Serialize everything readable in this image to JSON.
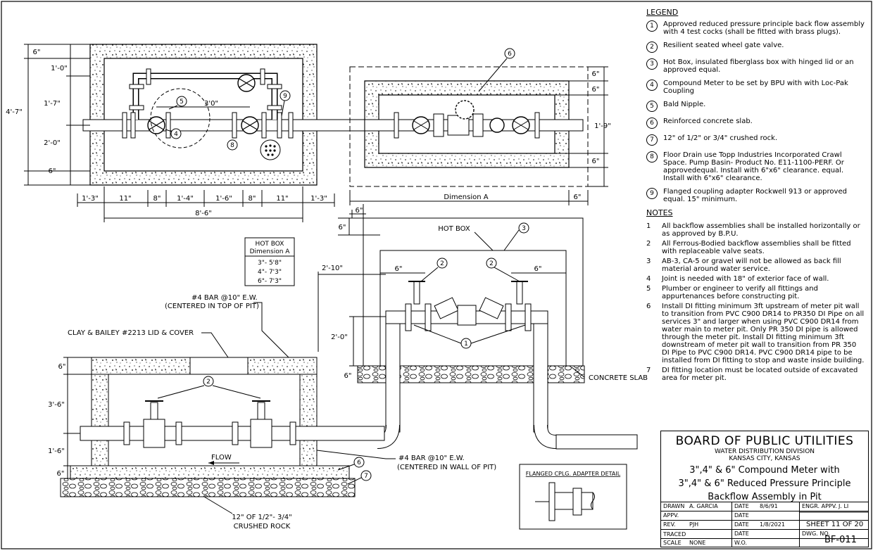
{
  "legend": {
    "title": "LEGEND",
    "items": [
      {
        "n": "1",
        "text": "Approved reduced pressure principle back flow assembly with 4 test cocks (shall be fitted with brass plugs)."
      },
      {
        "n": "2",
        "text": "Resilient seated wheel gate valve."
      },
      {
        "n": "3",
        "text": "Hot Box, insulated fiberglass box with hinged lid or an approved equal."
      },
      {
        "n": "4",
        "text": "Compound Meter to be set by BPU with with Loc-Pak Coupling"
      },
      {
        "n": "5",
        "text": "Bald Nipple."
      },
      {
        "n": "6",
        "text": "Reinforced concrete slab."
      },
      {
        "n": "7",
        "text": "12\" of 1/2\" or 3/4\" crushed rock."
      },
      {
        "n": "8",
        "text": "Floor Drain use Topp Industries Incorporated Crawl Space. Pump Basin- Product No. E11-1100-PERF. Or approvedequal. Install with 6\"x6\" clearance. equal. Install with 6\"x6\" clearance."
      },
      {
        "n": "9",
        "text": "Flanged coupling adapter Rockwell 913 or approved equal. 15\" minimum."
      }
    ]
  },
  "notes": {
    "title": "NOTES",
    "items": [
      {
        "n": "1",
        "text": "All backflow assemblies shall be installed horizontally or as approved by B.P.U."
      },
      {
        "n": "2",
        "text": "All Ferrous-Bodied backflow assemblies shall be fitted with replaceable valve seats."
      },
      {
        "n": "3",
        "text": "AB-3, CA-5 or gravel will not be allowed as back fill material around water service."
      },
      {
        "n": "4",
        "text": "Joint is needed with 18\" of exterior face of wall."
      },
      {
        "n": "5",
        "text": "Plumber or engineer to verify all fittings and appurtenances before constructing pit."
      },
      {
        "n": "6",
        "text": "Install DI fitting minimum 3ft upstream of meter pit wall to transition from PVC C900 DR14 to PR350 DI Pipe on all services 3\" and larger when using PVC C900 DR14 from water main to meter pit. Only PR 350 DI pipe is allowed through the meter pit. Install DI fitting minimum 3ft downstream of meter pit wall to transition from PR 350 DI Pipe to PVC C900 DR14. PVC C900 DR14 pipe to be installed from DI fitting to stop and waste inside building."
      },
      {
        "n": "7",
        "text": "DI fitting location must be located outside of excavated area for meter pit."
      }
    ]
  },
  "title_block": {
    "org": "BOARD OF PUBLIC UTILITIES",
    "division": "WATER DISTRIBUTION DIVISION",
    "city": "KANSAS CITY, KANSAS",
    "title_1": "3\",4\" & 6\" Compound Meter with",
    "title_2": "3\",4\" & 6\" Reduced Pressure Principle",
    "title_3": "Backflow Assembly in Pit",
    "drawn_label": "DRAWN",
    "drawn_value": "A. GARCIA",
    "date_label": "DATE",
    "date_1": "8/6/91",
    "engr_label": "ENGR. APPV.",
    "engr_value": "J. LI",
    "appv_label": "APPV.",
    "rev_label": "REV.",
    "rev_value": "PJH",
    "date_2": "1/8/2021",
    "sheet": "SHEET 11 OF 20",
    "dwg_label": "DWG. NO.",
    "traced_label": "TRACED",
    "scale_label": "SCALE",
    "scale_value": "NONE",
    "wo_label": "W.O.",
    "dwg_no": "BF-011"
  },
  "plan_view": {
    "dims_left": [
      "6\"",
      "1'-0\"",
      "1'-7\"",
      "4'-7\"",
      "2'-0\"",
      "6\""
    ],
    "dims_bottom": [
      "1'-3\"",
      "11\"",
      "8\"",
      "1'-4\"",
      "1'-6\"",
      "8\"",
      "11\"",
      "1'-3\""
    ],
    "overall": "8'-6\"",
    "spacing": "3'0\"",
    "callouts": [
      "5",
      "4",
      "8",
      "9",
      "6"
    ]
  },
  "hot_box_plan": {
    "dims_right": [
      "6\"",
      "6\"",
      "1'-9\"",
      "6\""
    ],
    "dimension_a": "Dimension A",
    "dim_right_bottom": "6\""
  },
  "hot_box_table": {
    "header_1": "HOT BOX",
    "header_2": "Dimension A",
    "rows": [
      "3\"- 5'8\"",
      "4\"- 7'3\"",
      "6\"- 7'3\""
    ]
  },
  "elevation": {
    "hot_box_label": "HOT BOX",
    "concrete_slab": "CONCRETE SLAB",
    "dims": [
      "6\"",
      "6\"",
      "2'-10\"",
      "6\"",
      "6\"",
      "2'-0\"",
      "6\""
    ],
    "callouts": [
      "3",
      "2",
      "2",
      "1"
    ]
  },
  "section": {
    "bar_top": "#4 BAR @10\" E.W.",
    "bar_top_2": "(CENTERED IN TOP OF PIT)",
    "lid": "CLAY & BAILEY #2213 LID & COVER",
    "bar_wall": "#4 BAR @10\" E.W.",
    "bar_wall_2": "(CENTERED IN WALL OF PIT)",
    "flow": "FLOW",
    "rock_1": "12\" OF 1/2\"- 3/4\"",
    "rock_2": "CRUSHED ROCK",
    "dims": [
      "6\"",
      "3'-6\"",
      "1'-6\"",
      "6\""
    ],
    "callouts": [
      "2",
      "6",
      "7"
    ]
  },
  "detail": {
    "label": "FLANGED CPLG. ADAPTER DETAIL"
  }
}
